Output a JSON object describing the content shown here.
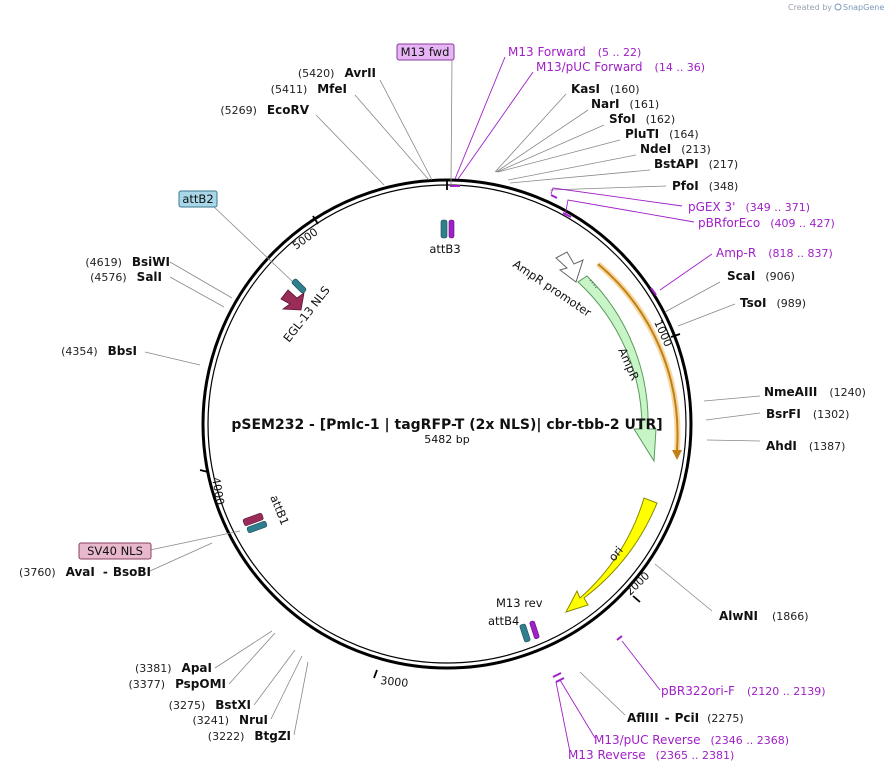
{
  "credit": {
    "prefix": "Created by",
    "brand": "SnapGene"
  },
  "plasmid": {
    "name": "pSEM232 - [Pmlc-1 | tagRFP-T (2x NLS)| cbr-tbb-2 UTR]",
    "size": "5482 bp"
  },
  "ticks": [
    "1000",
    "2000",
    "3000",
    "4000",
    "5000"
  ],
  "enzymes": [
    {
      "name": "AvrII",
      "pos": "(5420)"
    },
    {
      "name": "MfeI",
      "pos": "(5411)"
    },
    {
      "name": "EcoRV",
      "pos": "(5269)"
    },
    {
      "name": "KasI",
      "pos": "(160)"
    },
    {
      "name": "NarI",
      "pos": "(161)"
    },
    {
      "name": "SfoI",
      "pos": "(162)"
    },
    {
      "name": "PluTI",
      "pos": "(164)"
    },
    {
      "name": "NdeI",
      "pos": "(213)"
    },
    {
      "name": "BstAPI",
      "pos": "(217)"
    },
    {
      "name": "PfoI",
      "pos": "(348)"
    },
    {
      "name": "ScaI",
      "pos": "(906)"
    },
    {
      "name": "TsoI",
      "pos": "(989)"
    },
    {
      "name": "NmeAIII",
      "pos": "(1240)"
    },
    {
      "name": "BsrFI",
      "pos": "(1302)"
    },
    {
      "name": "AhdI",
      "pos": "(1387)"
    },
    {
      "name": "AlwNI",
      "pos": "(1866)"
    },
    {
      "name": "AflIII",
      "pos": "(2275)",
      "name2": "PciI"
    },
    {
      "name": "BsiWI",
      "pos": "(4619)"
    },
    {
      "name": "SalI",
      "pos": "(4576)"
    },
    {
      "name": "BbsI",
      "pos": "(4354)"
    },
    {
      "name": "AvaI",
      "pos": "(3760)",
      "name2": "BsoBI"
    },
    {
      "name": "ApaI",
      "pos": "(3381)"
    },
    {
      "name": "PspOMI",
      "pos": "(3377)"
    },
    {
      "name": "BstXI",
      "pos": "(3275)"
    },
    {
      "name": "NruI",
      "pos": "(3241)"
    },
    {
      "name": "BtgZI",
      "pos": "(3222)"
    }
  ],
  "primers": [
    {
      "name": "M13 Forward",
      "range": "(5 .. 22)"
    },
    {
      "name": "M13/pUC Forward",
      "range": "(14 .. 36)"
    },
    {
      "name": "pGEX 3'",
      "range": "(349 .. 371)"
    },
    {
      "name": "pBRforEco",
      "range": "(409 .. 427)"
    },
    {
      "name": "Amp-R",
      "range": "(818 .. 837)"
    },
    {
      "name": "pBR322ori-F",
      "range": "(2120 .. 2139)"
    },
    {
      "name": "M13/pUC Reverse",
      "range": "(2346 .. 2368)"
    },
    {
      "name": "M13 Reverse",
      "range": "(2365 .. 2381)"
    }
  ],
  "features": [
    {
      "name": "AmpR promoter"
    },
    {
      "name": "AmpR"
    },
    {
      "name": "ori"
    },
    {
      "name": "attB3"
    },
    {
      "name": "attB4"
    },
    {
      "name": "M13 rev"
    },
    {
      "name": "attB1"
    },
    {
      "name": "EGL-13 NLS"
    }
  ],
  "boxed_labels": [
    {
      "name": "M13 fwd",
      "fill": "#e7b5f5",
      "stroke": "#8a3aa0"
    },
    {
      "name": "attB2",
      "fill": "#a8d8e8",
      "stroke": "#3a7a90"
    },
    {
      "name": "SV40 NLS",
      "fill": "#e8b8cc",
      "stroke": "#8a4060"
    }
  ],
  "colors": {
    "backbone": "#000000",
    "enzyme_line": "#888888",
    "primer": "#a020c8",
    "ampr": "#c8f5c8",
    "ampr_stroke": "#5a9a5a",
    "ori": "#ffff00",
    "orf": "#f0b030",
    "promoter": "#ffffff",
    "attb": "#2f7f8f",
    "nls": "#9a2c5a"
  }
}
